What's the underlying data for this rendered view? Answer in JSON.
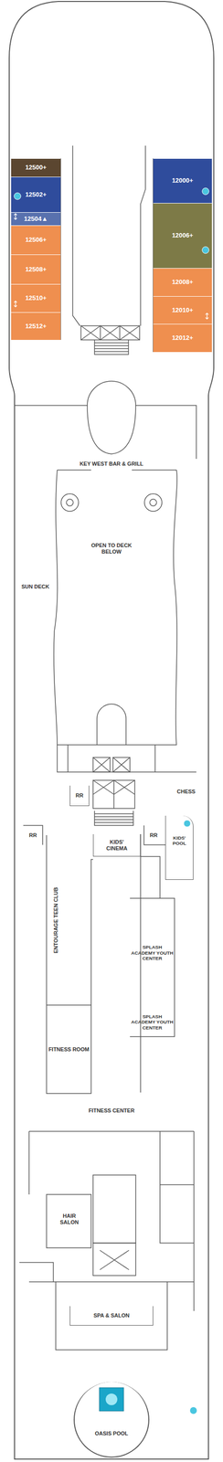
{
  "diagram": {
    "nodes": [
      {
        "text": [
          "12500+"
        ]
      },
      {
        "text": [
          "12502+"
        ]
      },
      {
        "text": [
          "12504▲"
        ]
      },
      {
        "text": [
          "12506+"
        ]
      },
      {
        "text": [
          "12508+"
        ]
      },
      {
        "text": [
          "12510+"
        ]
      },
      {
        "text": [
          "12512+"
        ]
      },
      {
        "text": [
          "12000+"
        ]
      },
      {
        "text": [
          "12006+"
        ]
      },
      {
        "text": [
          "12008+"
        ]
      },
      {
        "text": [
          "12010+"
        ]
      },
      {
        "text": [
          "12012+"
        ]
      },
      {
        "text": [
          "OPEN TO DECK BELOW"
        ]
      },
      {
        "text": [
          "RR"
        ]
      },
      {
        "text": [
          "RR"
        ]
      },
      {
        "text": [
          "RR"
        ]
      },
      {
        "text": [
          "KIDS' CINEMA"
        ]
      },
      {
        "text": [
          "KIDS' POOL"
        ]
      },
      {
        "text": [
          "ENTOURAGE TEEN CLUB"
        ]
      },
      {
        "text": [
          "SPLASH ACADEMY YOUTH CENTER"
        ]
      },
      {
        "text": [
          "SPLASH ACADEMY YOUTH CENTER"
        ]
      },
      {
        "text": [
          "FITNESS ROOM"
        ]
      },
      {
        "text": [
          "SPA & SALON"
        ]
      },
      {
        "text": [
          "OASIS POOL"
        ]
      }
    ],
    "labels": [
      "KEY WEST BAR & GRILL",
      "SUN DECK",
      "CHESS",
      "FITNESS CENTER",
      "HAIR SALON"
    ]
  }
}
